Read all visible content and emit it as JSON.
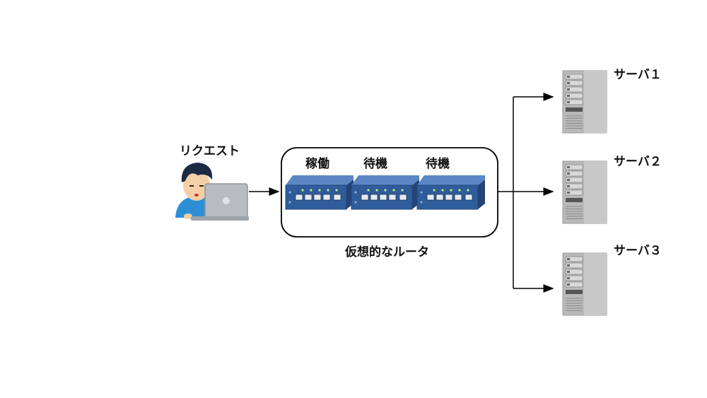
{
  "request_label": "リクエスト",
  "router": {
    "group_label": "仮想的なルータ",
    "units": [
      {
        "status": "稼働"
      },
      {
        "status": "待機"
      },
      {
        "status": "待機"
      }
    ]
  },
  "servers": [
    {
      "label": "サーバ１"
    },
    {
      "label": "サーバ２"
    },
    {
      "label": "サーバ３"
    }
  ],
  "colors": {
    "router_body": "#2f5c9a",
    "router_top": "#5a86c4",
    "server_body": "#b9b9b9",
    "skin": "#f5cfa6",
    "shirt": "#2c8fd6"
  }
}
